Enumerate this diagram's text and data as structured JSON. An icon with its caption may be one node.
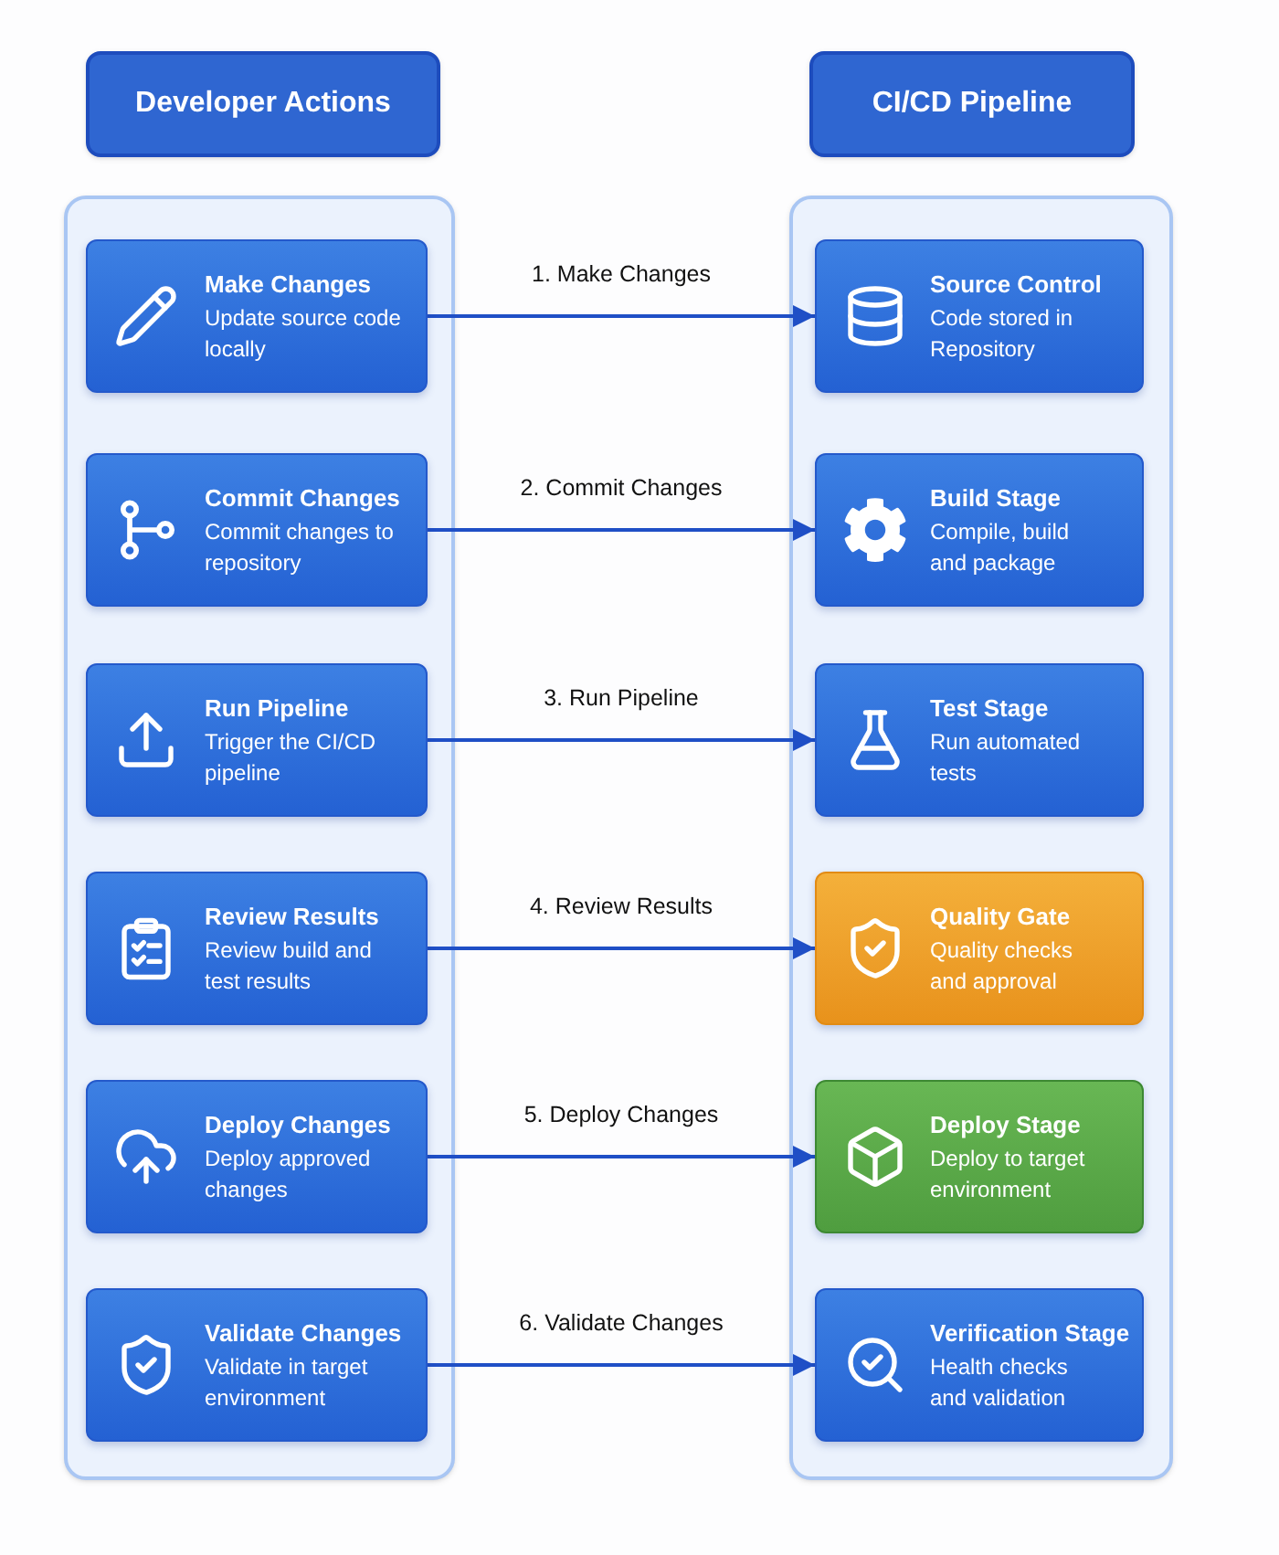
{
  "diagram": {
    "nodes": [
      {
        "text": [
          "Developer Actions"
        ]
      },
      {
        "text": [
          "CI/CD Pipeline"
        ]
      },
      {
        "text": [],
        "shape": "box"
      },
      {
        "text": [
          "Make Changes",
          "Update source code locally"
        ],
        "in": 2
      },
      {
        "text": [
          "Commit Changes",
          "Commit changes to repository"
        ],
        "in": 2
      },
      {
        "text": [
          "Run Pipeline",
          "Trigger the CI/CD pipeline"
        ],
        "in": 2
      },
      {
        "text": [
          "Review Results",
          "Review build and test results"
        ],
        "in": 2
      },
      {
        "text": [
          "Deploy Changes",
          "Deploy approved changes"
        ],
        "in": 2
      },
      {
        "text": [
          "Validate Changes",
          "Validate in target environment"
        ],
        "in": 2
      },
      {
        "text": [],
        "shape": "box"
      },
      {
        "text": [
          "Source Control",
          "Code stored in Repository"
        ],
        "in": 9
      },
      {
        "text": [
          "Build Stage",
          "Compile, build and package"
        ],
        "in": 9
      },
      {
        "text": [
          "Test Stage",
          "Run automated tests"
        ],
        "in": 9
      },
      {
        "text": [
          "Quality Gate",
          "Quality checks and approval"
        ],
        "in": 9
      },
      {
        "text": [
          "Deploy Stage",
          "Deploy to target environment"
        ],
        "in": 9
      },
      {
        "text": [
          "Verification Stage",
          "Health checks and validation"
        ],
        "in": 9
      }
    ],
    "edges": [
      {
        "from": 3,
        "to": 10,
        "arrow": "to",
        "label": "1. Make Changes"
      },
      {
        "from": 4,
        "to": 11,
        "arrow": "to",
        "label": "2. Commit Changes"
      },
      {
        "from": 5,
        "to": 12,
        "arrow": "to",
        "label": "3. Run Pipeline"
      },
      {
        "from": 6,
        "to": 13,
        "arrow": "to",
        "label": "4. Review Results"
      },
      {
        "from": 7,
        "to": 14,
        "arrow": "to",
        "label": "5. Deploy Changes"
      },
      {
        "from": 8,
        "to": 15,
        "arrow": "to",
        "label": "6. Validate Changes"
      }
    ]
  }
}
